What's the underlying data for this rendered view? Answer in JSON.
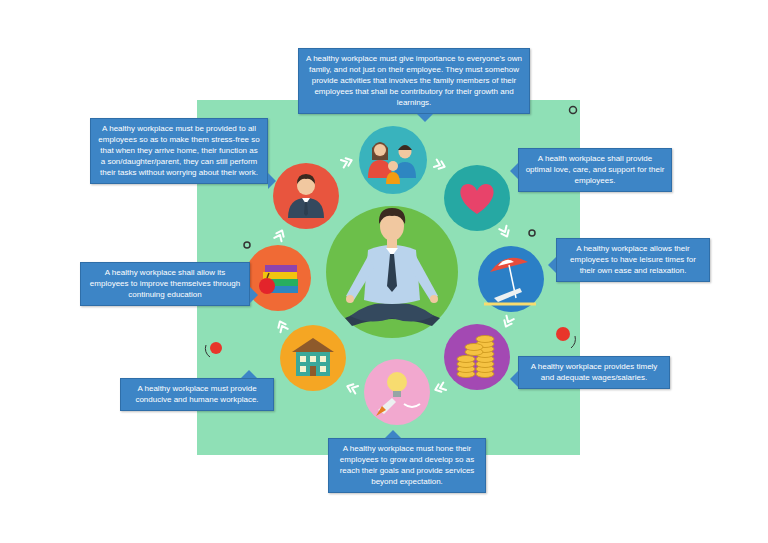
{
  "diagram": {
    "nodes": [
      {
        "text": [
          "A healthy workplace must give importance to everyone’s own family, and not just on their employee. They must somehow provide activities that involves the family members of their employees that shall be contributory for their growth and learnings."
        ]
      },
      {
        "text": [
          "A healthy workplace must be provided to all employees so as to make them stress-free so that when they arrive home, their function as a son/daughter/parent, they can still perform their tasks without worrying about their work."
        ]
      },
      {
        "text": [
          "A health workplace shall provide optimal love, care, and support for their employees."
        ]
      },
      {
        "text": [
          "A healthy workplace shall allow its employees to improve themselves through continuing education"
        ]
      },
      {
        "text": [
          "A healthy workplace allows their employees to have leisure times for their own ease and relaxation."
        ]
      },
      {
        "text": [
          "A healthy workplace must provide conducive and humane workplace."
        ]
      },
      {
        "text": [
          "A healthy workplace provides timely and adequate wages/salaries."
        ]
      },
      {
        "text": [
          "A healthy workplace must hone their employees to grow and develop so as reach their goals and provide services beyond expectation."
        ]
      }
    ]
  }
}
